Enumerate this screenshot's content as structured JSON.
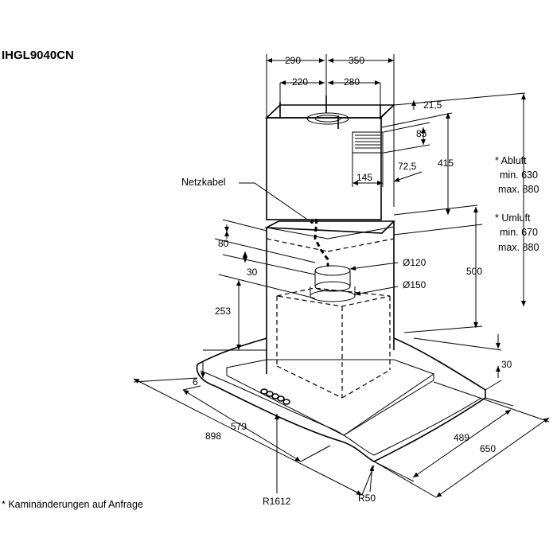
{
  "model": "IHGL9040CN",
  "footnote": "* Kaminänderungen auf Anfrage",
  "labels": {
    "netzkabel": "Netzkabel",
    "abluft_title": "* Abluft",
    "abluft_min": "min. 630",
    "abluft_max": "max. 880",
    "umluft_title": "* Umluft",
    "umluft_min": "min. 670",
    "umluft_max": "max. 880"
  },
  "dimensions": {
    "d290": "290",
    "d350": "350",
    "d220": "220",
    "d280": "280",
    "d21_5": "21,5",
    "d85": "85",
    "d415": "415",
    "d72_5": "72,5",
    "d145": "145",
    "d80": "80",
    "d30_top": "30",
    "d120": "Ø120",
    "d150": "Ø150",
    "d500": "500",
    "d253": "253",
    "d6": "6",
    "d30_bottom": "30",
    "d579": "579",
    "d898": "898",
    "d489": "489",
    "d650": "650",
    "r1612": "R1612",
    "r50": "R50"
  }
}
